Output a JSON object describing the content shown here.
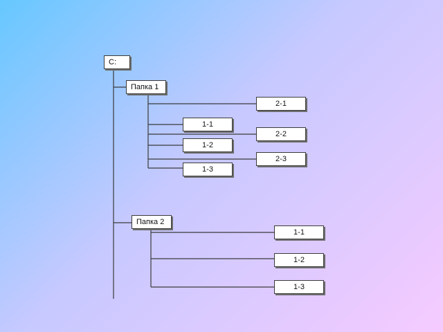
{
  "root": {
    "label": "C:"
  },
  "folders": [
    {
      "label": "Папка 1",
      "items": [
        "2-1",
        "1-1",
        "2-2",
        "1-2",
        "2-3",
        "1-3"
      ]
    },
    {
      "label": "Папка 2",
      "items": [
        "1-1",
        "1-2",
        "1-3"
      ]
    }
  ]
}
